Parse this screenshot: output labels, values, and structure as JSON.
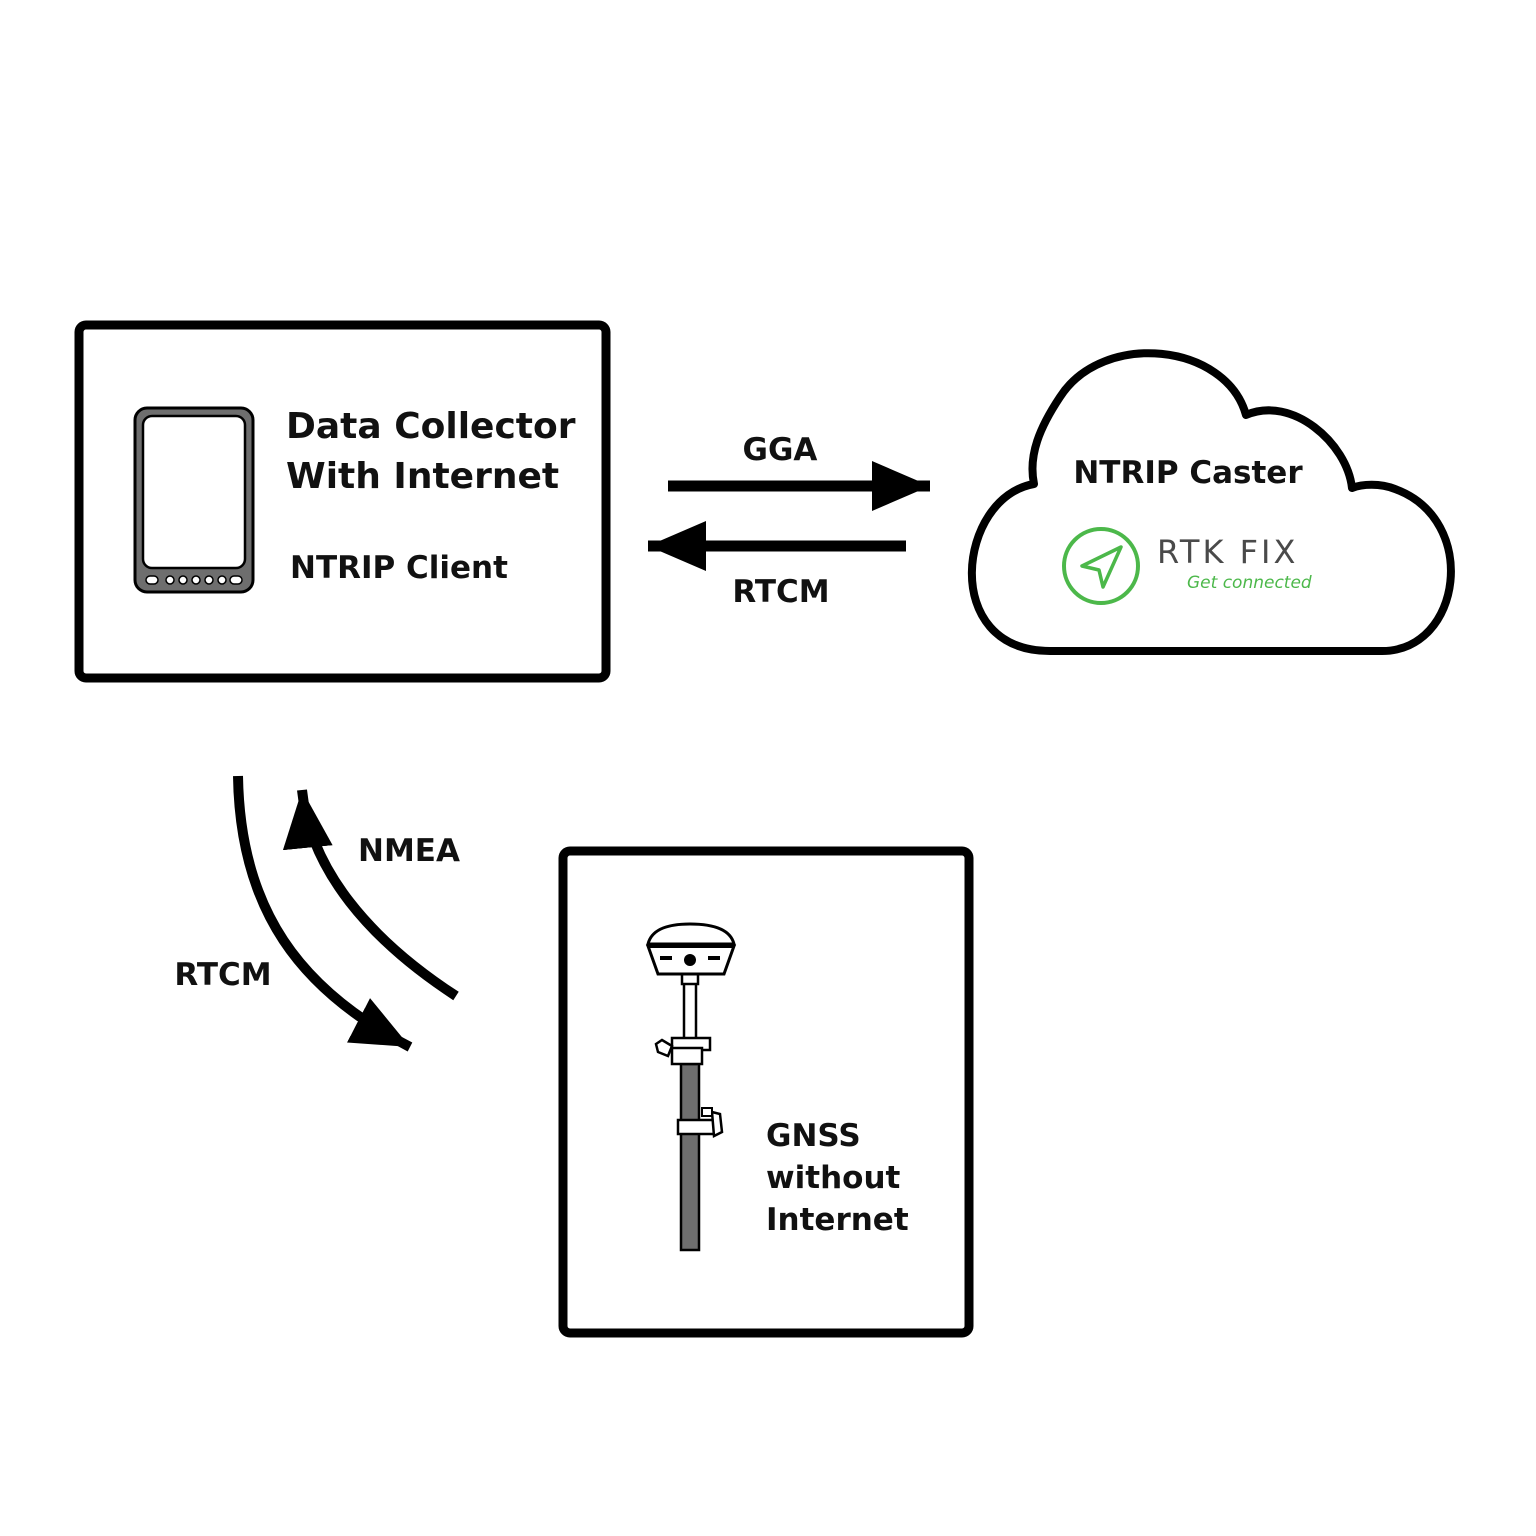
{
  "colors": {
    "stroke": "#000000",
    "brand_green": "#4cb84a",
    "brand_gray": "#4a4a4a",
    "device_gray": "#6e6e6e"
  },
  "data_collector": {
    "title_line1": "Data Collector",
    "title_line2": "With Internet",
    "subtitle": "NTRIP Client",
    "icon": "tablet-icon"
  },
  "caster": {
    "title": "NTRIP Caster",
    "logo_name": "RTK FIX",
    "logo_tagline": "Get connected",
    "icon": "navigation-arrow-icon"
  },
  "gnss": {
    "line1": "GNSS",
    "line2": "without",
    "line3": "Internet",
    "icon": "gnss-receiver-pole-icon"
  },
  "links": {
    "gga": "GGA",
    "rtcm_top": "RTCM",
    "nmea": "NMEA",
    "rtcm_bottom": "RTCM"
  }
}
